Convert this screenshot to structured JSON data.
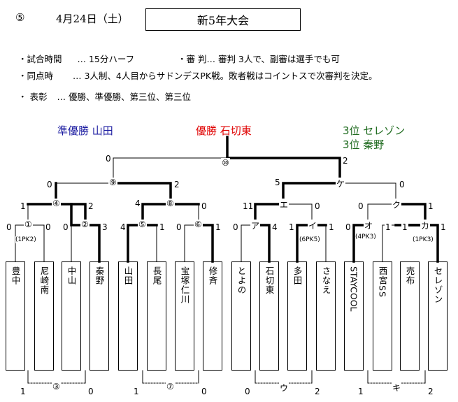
{
  "header": {
    "number": "⑤",
    "date": "4月24日（土）",
    "title": "新5年大会"
  },
  "info": [
    {
      "label": "・試合時間",
      "text": "…  15分ハーフ"
    },
    {
      "label": "・審  判",
      "text": "… 審判 3人で、副審は選手でも可"
    },
    {
      "label": "・同点時",
      "text": "…  3人制、4人目からサドンデスPK戦。敗者戦はコイントスで次審判を決定。"
    },
    {
      "label": "・ 表彰",
      "text": "…  優勝、準優勝、第三位、第三位"
    }
  ],
  "results": {
    "runner_up": "準優勝  山田",
    "winner": "優勝  石切東",
    "third_1": "3位  セレゾン",
    "third_2": "3位  秦野"
  },
  "colors": {
    "runner_up": "#1a1aa0",
    "winner": "#e00000",
    "third": "#1f6b1f"
  },
  "teams": [
    "豊中",
    "尼崎南",
    "中山",
    "秦野",
    "山田",
    "長尾",
    "宝塚仁川",
    "修斉",
    "とよの",
    "石切東",
    "多田",
    "さなえ",
    "STAYCOOL",
    "西宮SS",
    "売布",
    "セレゾン"
  ],
  "match_tags": {
    "m1": "①",
    "m2": "②",
    "m3": "③",
    "m4": "④",
    "m5": "⑤",
    "m6": "⑥",
    "m7": "⑦",
    "m8": "⑧",
    "m9": "⑨",
    "m10": "⑩",
    "a": "ア",
    "i": "イ",
    "u": "ウ",
    "e": "エ",
    "o": "オ",
    "ka": "カ",
    "ki": "キ",
    "ku": "ク",
    "ke": "ケ"
  },
  "pk": {
    "m1": "(1PK2)",
    "i": "(6PK5)",
    "o": "(4PK3)",
    "ka": "(1PK3)"
  },
  "scores": {
    "m1_l": "0",
    "m1_r": "0",
    "m2_l": "0",
    "m2_r": "3",
    "m5_l": "4",
    "m5_r": "1",
    "m6_l": "0",
    "m6_r": "1",
    "a_l": "0",
    "a_r": "4",
    "i_l": "1",
    "i_r": "1",
    "o_l": "0",
    "o_r": "1",
    "ka_l": "1",
    "ka_r": "1",
    "m4_l": "1",
    "m4_r": "2",
    "m8_l": "4",
    "m8_r": "0",
    "e_l": "11",
    "e_r": "0",
    "ku_l": "0",
    "ku_r": "1",
    "m9_l": "0",
    "m9_r": "2",
    "ke_l": "5",
    "ke_r": "0",
    "m10_l": "0",
    "m10_r": "2",
    "m3_l": "1",
    "m3_r": "0",
    "m7_l": "1",
    "m7_r": "0",
    "u_l": "0",
    "u_r": "2",
    "ki_l": "1",
    "ki_r": "2"
  }
}
